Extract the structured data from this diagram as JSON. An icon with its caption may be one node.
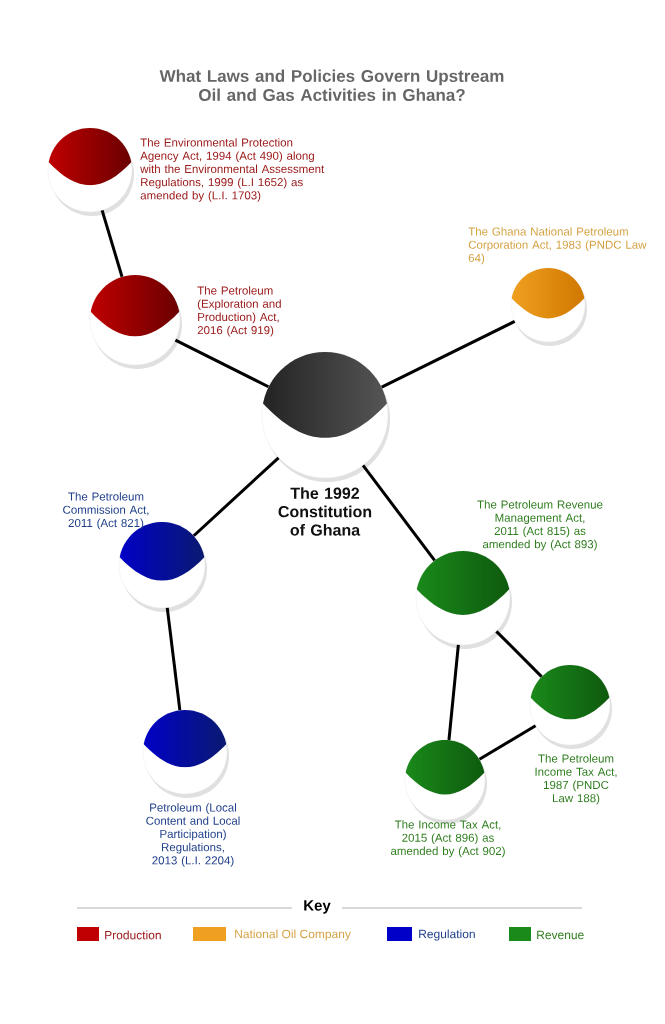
{
  "diagram": {
    "title": "What Laws and Policies Govern Upstream Oil and Gas Activities in Ghana?",
    "nodes": [
      {
        "text": [
          "The Environmental Protection Agency Act, 1994 (Act 490) along with the Environmental Assessment Regulations, 1999 (L.I 1652) as amended by (L.I. 1703)"
        ]
      },
      {
        "text": [
          "The Petroleum (Exploration and Production) Act, 2016 (Act 919)"
        ]
      },
      {
        "text": [
          "The Ghana National Petroleum Corporation Act, 1983 (PNDC Law 64)"
        ]
      },
      {
        "text": [
          "The 1992 Constitution of Ghana"
        ]
      },
      {
        "text": [
          "The Petroleum Commission Act, 2011 (Act 821)"
        ]
      },
      {
        "text": [
          "Petroleum (Local Content and Local Participation) Regulations, 2013 (L.I. 2204)"
        ]
      },
      {
        "text": [
          "The Petroleum Revenue Management Act, 2011 (Act 815) as amended by (Act 893)"
        ]
      },
      {
        "text": [
          "The Petroleum Income Tax Act, 1987 (PNDC Law 188)"
        ]
      },
      {
        "text": [
          "The Income Tax Act, 2015 (Act 896) as amended by (Act 902)"
        ]
      }
    ],
    "edges": [
      {
        "from": 0,
        "to": 1,
        "arrow": "none"
      },
      {
        "from": 1,
        "to": 3,
        "arrow": "none"
      },
      {
        "from": 2,
        "to": 3,
        "arrow": "none"
      },
      {
        "from": 3,
        "to": 4,
        "arrow": "none"
      },
      {
        "from": 4,
        "to": 5,
        "arrow": "none"
      },
      {
        "from": 3,
        "to": 6,
        "arrow": "none"
      },
      {
        "from": 6,
        "to": 8,
        "arrow": "none"
      },
      {
        "from": 6,
        "to": 7,
        "arrow": "none"
      },
      {
        "from": 8,
        "to": 7,
        "arrow": "none"
      }
    ],
    "labels": [
      "Key"
    ],
    "legend": [
      {
        "text": "Production",
        "color": "#c00000"
      },
      {
        "text": "National Oil Company",
        "color": "#f0a020"
      },
      {
        "text": "Regulation",
        "color": "#0000c8"
      },
      {
        "text": "Revenue",
        "color": "#1a8a1a"
      }
    ]
  }
}
